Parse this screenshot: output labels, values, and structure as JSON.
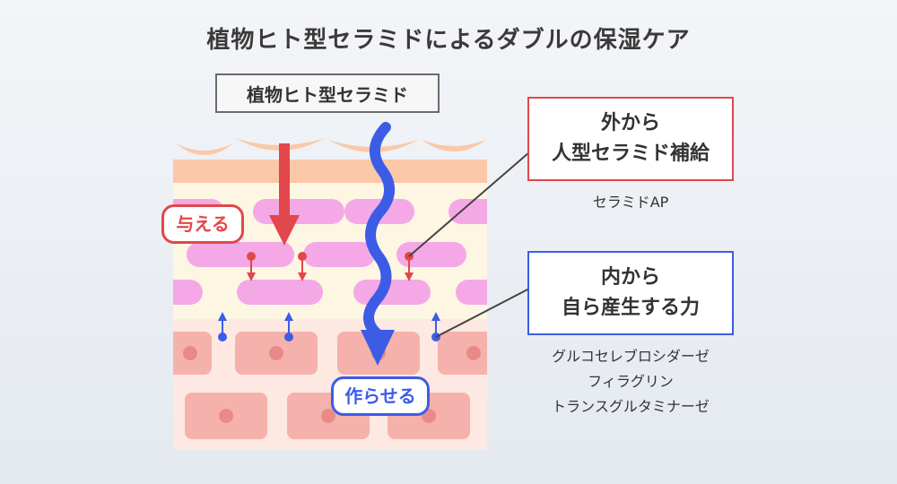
{
  "title": "植物ヒト型セラミドによるダブルの保湿ケア",
  "ingredient_label": "植物ヒト型セラミド",
  "give_label": "与える",
  "make_label": "作らせる",
  "outer_callout": {
    "line1": "外から",
    "line2": "人型セラミド補給"
  },
  "outer_note": "セラミドAP",
  "inner_callout": {
    "line1": "内から",
    "line2": "自ら産生する力"
  },
  "inner_notes": [
    "グルコセレブロシダーゼ",
    "フィラグリン",
    "トランスグルタミナーゼ"
  ],
  "colors": {
    "red": "#e2474b",
    "blue": "#3d5ce6",
    "skin_top": "#fbc8a8",
    "stratum": "#fdf6e3",
    "lipid": "#f4a9e6",
    "lower_bg": "#fde9e1",
    "cell": "#f5b2ac",
    "nucleus": "#ea8a88"
  }
}
